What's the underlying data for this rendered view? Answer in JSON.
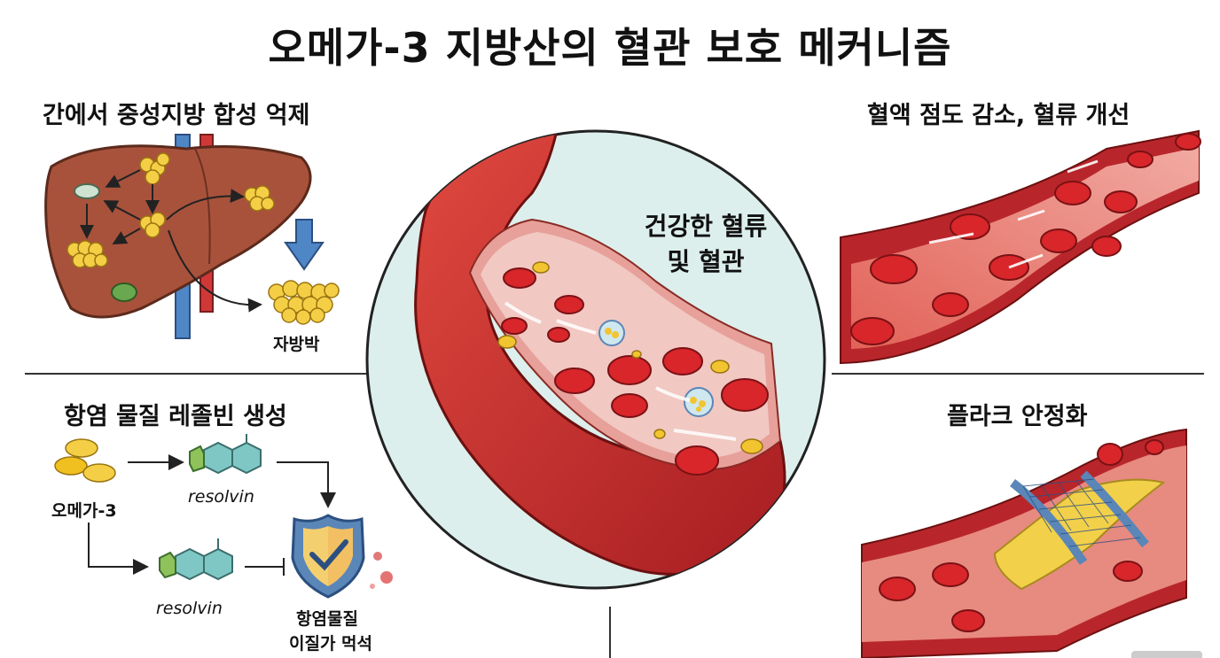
{
  "title": "오메가-3 지방산의 혈관 보호 메커니즘",
  "panels": {
    "liver": {
      "title": "간에서 중성지방 합성 억제",
      "fat_label": "자방박"
    },
    "resolvin": {
      "title": "항염 물질 레졸빈 생성",
      "omega_label": "오메가-3",
      "resolvin_top": "resolvin",
      "resolvin_bottom": "resolvin",
      "shield_label_line1": "항염물질",
      "shield_label_line2": "이질가 먹석"
    },
    "center": {
      "line1": "건강한 혈류",
      "line2": "및 혈관"
    },
    "flow": {
      "title": "혈액 점도 감소, 혈류 개선"
    },
    "plaque": {
      "title": "플라크 안정화"
    }
  },
  "colors": {
    "vessel_red": "#c8242a",
    "blood_cell": "#d8262b",
    "fat_yellow": "#f2c530",
    "liver_brown": "#a8523c",
    "center_bg": "#dcefec",
    "shield_blue": "#5a86b8",
    "resolvin_teal": "#7fc7c4"
  }
}
